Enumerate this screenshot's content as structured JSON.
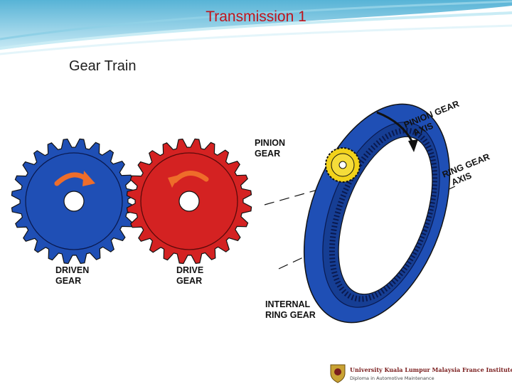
{
  "slide": {
    "title": "Transmission 1",
    "subtitle": "Gear Train"
  },
  "diagram": {
    "labels": {
      "driven_gear": [
        "DRIVEN",
        "GEAR"
      ],
      "drive_gear": [
        "DRIVE",
        "GEAR"
      ],
      "pinion_gear": [
        "PINION",
        "GEAR"
      ],
      "internal_ring_gear": [
        "INTERNAL",
        "RING GEAR"
      ],
      "pinion_gear_axis": [
        "PINION GEAR",
        "AXIS"
      ],
      "ring_gear_axis": [
        "RING GEAR",
        "AXIS"
      ]
    },
    "colors": {
      "driven_gear": "#1f4fb5",
      "drive_gear": "#d42222",
      "ring_gear": "#1f4fb5",
      "pinion": "#f2d21a",
      "arrow": "#ee6d2a",
      "title": "#c0141c"
    }
  },
  "footer": {
    "institution": "University Kuala Lumpur Malaysia France Institute",
    "program": "Diploma in Automotive Maintenance",
    "logo_icon": "university-crest-icon"
  }
}
